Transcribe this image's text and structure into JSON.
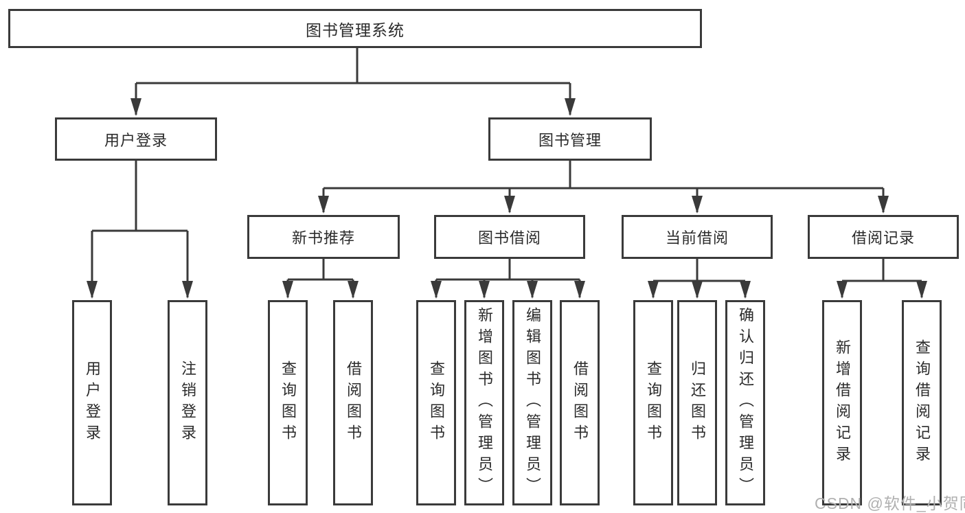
{
  "diagram_type": "hierarchy",
  "tree": {
    "label": "图书管理系统",
    "children": [
      {
        "label": "用户登录",
        "children": [
          {
            "label": "用户登录"
          },
          {
            "label": "注销登录"
          }
        ]
      },
      {
        "label": "图书管理",
        "children": [
          {
            "label": "新书推荐",
            "children": [
              {
                "label": "查询图书"
              },
              {
                "label": "借阅图书"
              }
            ]
          },
          {
            "label": "图书借阅",
            "children": [
              {
                "label": "查询图书"
              },
              {
                "label": "新增图书（管理员）"
              },
              {
                "label": "编辑图书（管理员）"
              },
              {
                "label": "借阅图书"
              }
            ]
          },
          {
            "label": "当前借阅",
            "children": [
              {
                "label": "查询图书"
              },
              {
                "label": "归还图书"
              },
              {
                "label": "确认归还（管理员）"
              }
            ]
          },
          {
            "label": "借阅记录",
            "children": [
              {
                "label": "新增借阅记录"
              },
              {
                "label": "查询借阅记录"
              }
            ]
          }
        ]
      }
    ]
  },
  "watermark": {
    "text": "CSDN @软件_小贺同学"
  },
  "colors": {
    "line": "#3a3a3a",
    "text": "#2b2b2b",
    "watermark": "#b0b0b0",
    "background": "#ffffff"
  }
}
